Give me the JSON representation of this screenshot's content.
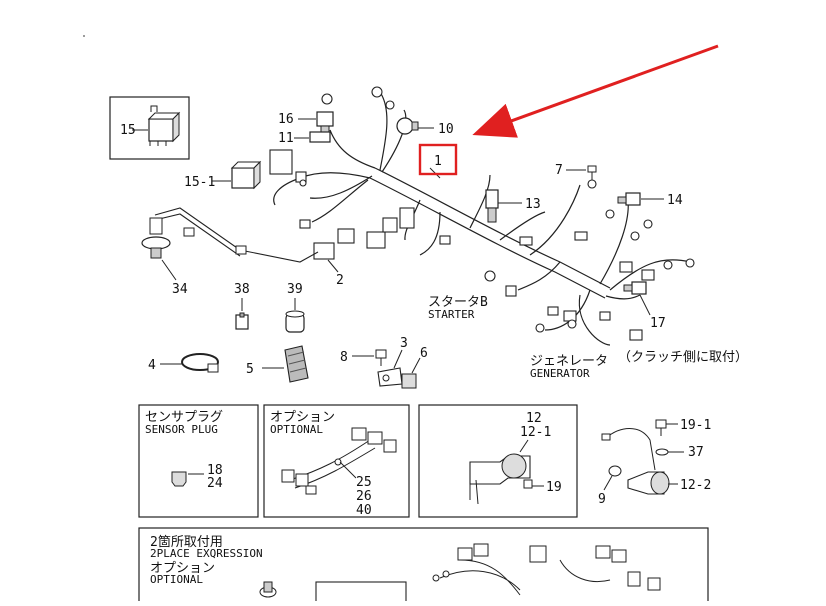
{
  "diagram": {
    "part_labels": {
      "p1": "1",
      "p2": "2",
      "p3": "3",
      "p4": "4",
      "p5": "5",
      "p6": "6",
      "p7": "7",
      "p8": "8",
      "p9": "9",
      "p10": "10",
      "p11": "11",
      "p12": "12",
      "p12_1": "12-1",
      "p12_2": "12-2",
      "p13": "13",
      "p14": "14",
      "p15": "15",
      "p15_1": "15-1",
      "p16": "16",
      "p17": "17",
      "p18": "18",
      "p19": "19",
      "p19_1": "19-1",
      "p24": "24",
      "p25": "25",
      "p26": "26",
      "p34": "34",
      "p37": "37",
      "p38": "38",
      "p39": "39",
      "p40": "40"
    },
    "annotations": {
      "starter_jp": "スタータB",
      "starter_en": "STARTER",
      "generator_jp": "ジェネレータ",
      "generator_en": "GENERATOR",
      "clutch_note": "（クラッチ側に取付）"
    },
    "boxes": {
      "sensor_plug_jp": "センサプラグ",
      "sensor_plug_en": "SENSOR PLUG",
      "optional_jp": "オプション",
      "optional_en": "OPTIONAL",
      "two_place_jp": "2箇所取付用",
      "two_place_en": "2PLACE EXQRESSION",
      "optional2_jp": "オプション",
      "optional2_en": "OPTIONAL"
    },
    "highlight": {
      "color": "#e02020",
      "arrow_color": "#e02020"
    }
  }
}
